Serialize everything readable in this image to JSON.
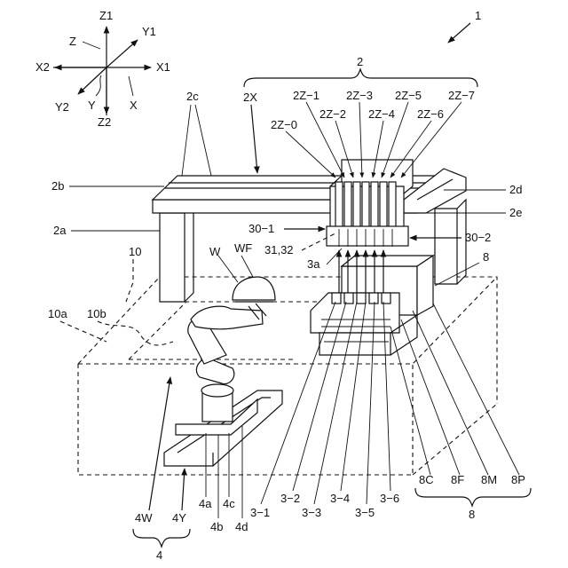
{
  "figure": {
    "ref_main": "1",
    "axes": {
      "z1": "Z1",
      "z2": "Z2",
      "x1": "X1",
      "x2": "X2",
      "y1": "Y1",
      "y2": "Y2",
      "x": "X",
      "y": "Y",
      "z": "Z"
    },
    "labels": {
      "n2": "2",
      "n2x": "2X",
      "n2z1": "2Z−1",
      "n2z3": "2Z−3",
      "n2z5": "2Z−5",
      "n2z7": "2Z−7",
      "n2z0": "2Z−0",
      "n2z2": "2Z−2",
      "n2z4": "2Z−4",
      "n2z6": "2Z−6",
      "n2c": "2c",
      "n2b": "2b",
      "n2d": "2d",
      "n2e": "2e",
      "n2a": "2a",
      "n30_1": "30−1",
      "n30_2": "30−2",
      "n3132": "31,32",
      "n3a": "3a",
      "w": "W",
      "wf": "WF",
      "n10": "10",
      "n10a": "10a",
      "n10b": "10b",
      "n8top": "8",
      "n8c": "8C",
      "n8f": "8F",
      "n8m": "8M",
      "n8p": "8P",
      "n8": "8",
      "n3_1": "3−1",
      "n3_2": "3−2",
      "n3_3": "3−3",
      "n3_4": "3−4",
      "n3_5": "3−5",
      "n3_6": "3−6",
      "n4a": "4a",
      "n4b": "4b",
      "n4c": "4c",
      "n4d": "4d",
      "n4w": "4W",
      "n4y": "4Y",
      "n4": "4"
    }
  }
}
